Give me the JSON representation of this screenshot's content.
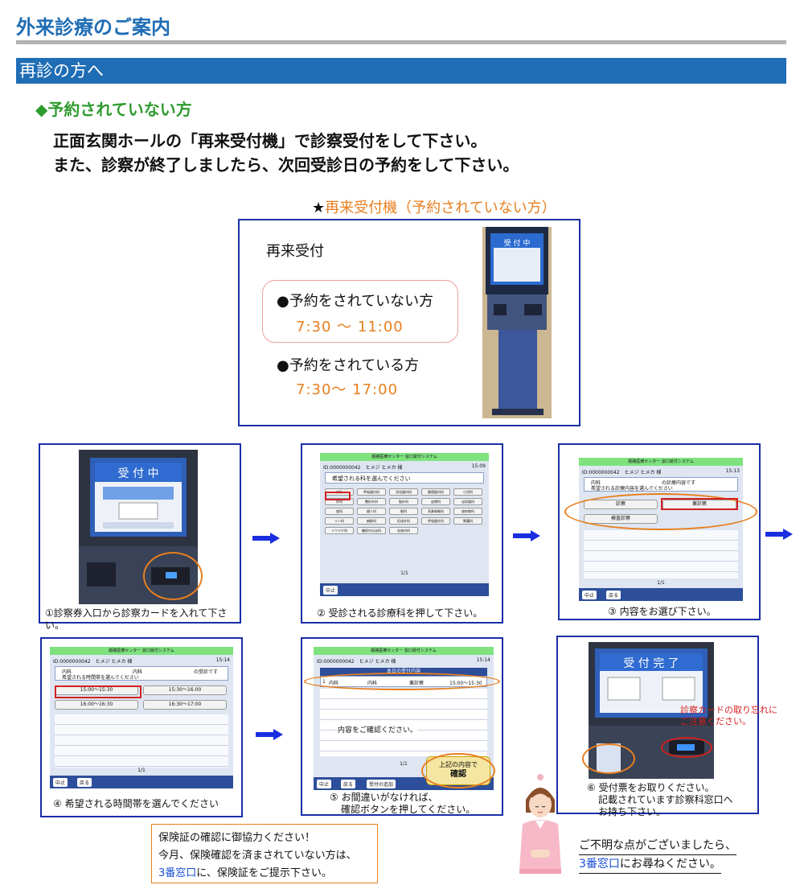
{
  "page": {
    "title": "外来診療のご案内",
    "section": "再診の方へ",
    "subhead": "◆予約されていない方",
    "intro_line1": "正面玄関ホールの「再来受付機」で診察受付をして下さい。",
    "intro_line2": "また、診察が終了しましたら、次回受診日の予約をして下さい。"
  },
  "machine": {
    "caption_star": "★",
    "caption_text": "再来受付機（予約されていない方）",
    "box_title": "再来受付",
    "no_reservation_label": "●予約をされていない方",
    "no_reservation_time": "7:30 ～ 11:00",
    "reservation_label": "●予約をされている方",
    "reservation_time": "7:30～ 17:00",
    "screen_text": "受 付 中"
  },
  "steps": [
    {
      "caption": "①診察券入口から診察カードを入れて下さい。",
      "screen_title": "受 付 中"
    },
    {
      "caption": "② 受診される診療科を押して下さい。",
      "header": "姫路医療センター 窓口受付システム",
      "id_line": "ID:0000000042　ヒメジ ヒメカ 様",
      "time": "15:09",
      "prompt": "希望される科を選んでください",
      "page": "1/1",
      "cancel": "中止",
      "depts": [
        "内科",
        "呼吸器内科",
        "消化器内科",
        "循環器内科",
        "小児科",
        "外科",
        "整形外科",
        "脳外科",
        "皮膚科",
        "泌尿器科",
        "産科",
        "婦人科",
        "眼科",
        "耳鼻咽喉科",
        "放射線科",
        "リハ科",
        "麻酔科",
        "形成外科",
        "呼吸器外科",
        "腎臓科",
        "リウマチ科",
        "糖尿内分泌科",
        "血液内科"
      ]
    },
    {
      "caption": "③ 内容をお選び下さい。",
      "header": "姫路医療センター 窓口受付システム",
      "id_line": "ID:0000000042　ヒメジ ヒメカ 様",
      "time": "15:13",
      "dept": "内科",
      "prompt_a": "の診療内容です",
      "prompt_b": "希望される診療内容を選んでください",
      "opt1": "診察",
      "opt2": "薬診察",
      "opt3": "検査診察",
      "page": "1/1",
      "cancel": "中止",
      "back": "戻る"
    },
    {
      "caption": "④ 希望される時間帯を選んでください",
      "header": "姫路医療センター 窓口受付システム",
      "id_line": "ID:0000000042　ヒメジ ヒメカ 様",
      "time": "15:14",
      "dept_a": "内科",
      "dept_b": "内科",
      "suffix": "の受診です",
      "prompt": "希望される時間帯を選んでください",
      "slot1": "15:00～15:30",
      "slot2": "15:30～16:00",
      "slot3": "16:00～16:30",
      "slot4": "16:30～17:00",
      "page": "1/1",
      "cancel": "中止",
      "back": "戻る"
    },
    {
      "caption_a": "⑤ お間違いがなければ、",
      "caption_b": "確認ボタンを押してください。",
      "header": "姫路医療センター 窓口受付システム",
      "id_line": "ID:0000000042　ヒメジ ヒメカ 様",
      "time": "15:14",
      "table_title": "本日の受付内容",
      "row_no": "1",
      "row_dept": "内科",
      "row_dept2": "内科",
      "row_kind": "薬診察",
      "row_time": "15:00～15:30",
      "confirm_msg": "内容をご確認ください。",
      "page": "1/1",
      "cancel": "中止",
      "back": "戻る",
      "add": "受付の追加",
      "confirm_a": "上記の内容で",
      "confirm_b": "確認"
    },
    {
      "caption_a": "⑥ 受付票をお取りください。",
      "caption_b": "記載されています診察科窓口へ",
      "caption_c": "お持ち下さい。",
      "screen_title": "受 付 完 了",
      "warn_a": "診察カードの取り忘れに",
      "warn_b": "ご注意ください。"
    }
  ],
  "insurance": {
    "line1": "保険証の確認に御協力ください！",
    "line2": "今月、保険確認を済まされていない方は、",
    "line3_link": "3番窓口",
    "line3_rest": "に、保険証をご提示下さい。"
  },
  "contact": {
    "line1": "ご不明な点がございましたら、",
    "line2_link": "3番窓口",
    "line2_rest": "にお尋ねください。"
  },
  "colors": {
    "brand_blue": "#1f6db5",
    "accent_orange": "#e87f1e",
    "green": "#2e9b2e",
    "frame_blue": "#1a2ea8",
    "warning_red": "#d42020"
  }
}
